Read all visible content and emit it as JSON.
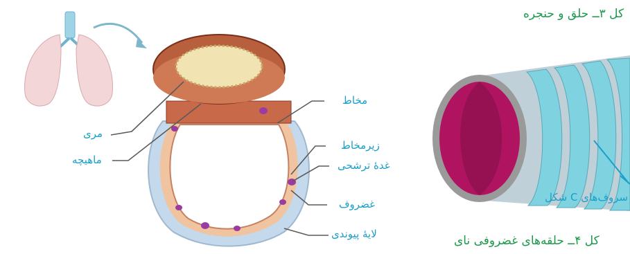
{
  "colors": {
    "label": "#1aa0c8",
    "caption": "#1b9a4b",
    "leader_line": "#5a5a5a",
    "muscle": "#c86a4a",
    "esophagus_lumen": "#f1e4b2",
    "cartilage": "#c4d9ec",
    "gland": "#9a3c9f",
    "mucosa": "#f0c4a1",
    "tube_inner": "#b01460",
    "tube_ring": "#7fd2e0"
  },
  "figure3": {
    "caption": "کل ۳ــ حلق و حنجره"
  },
  "figure_main": {
    "labels": {
      "mucosa": "مخاط",
      "esophagus": "مری",
      "submucosa": "زیرمخاط",
      "muscle": "ماهیچه",
      "gland": "غدهٔ ترشحی",
      "cartilage": "غضروف",
      "connective_layer": "لایهٔ پیوندی"
    }
  },
  "figure4": {
    "ring_label": "سروف‌های C شکل",
    "caption": "کل ۴ــ حلقه‌های غضروفی نای"
  }
}
